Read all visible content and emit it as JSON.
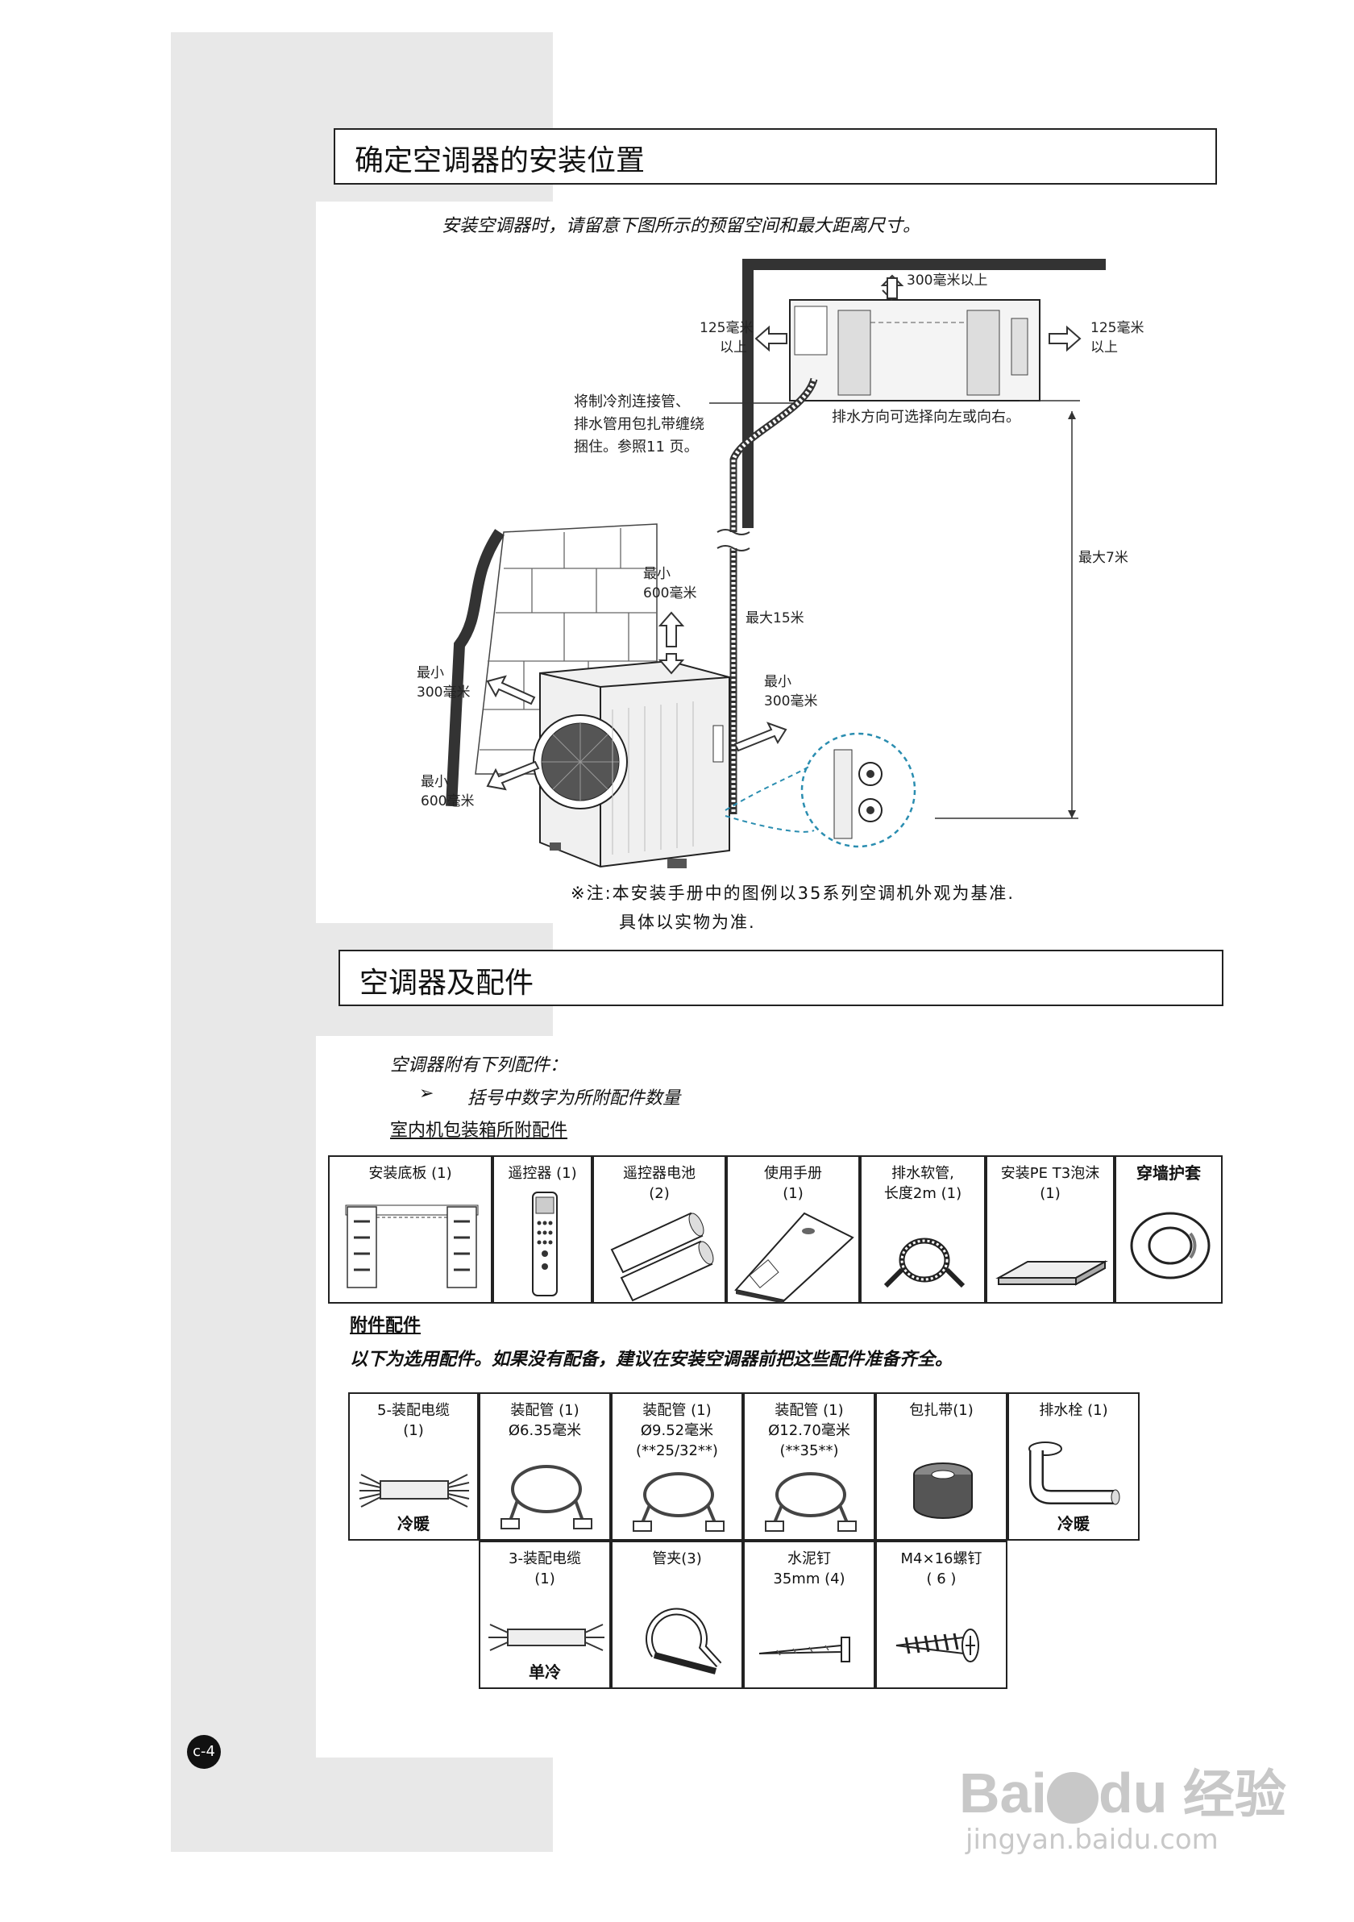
{
  "section1": {
    "title": "确定空调器的安装位置",
    "intro": "安装空调器时，请留意下图所示的预留空间和最大距离尺寸。",
    "labels": {
      "top_clearance": "300毫米以上",
      "left_clearance_1": "125毫米",
      "left_clearance_2": "以上",
      "right_clearance_1": "125毫米",
      "right_clearance_2": "以上",
      "wrap_note_1": "将制冷剂连接管、",
      "wrap_note_2": "排水管用包扎带缠绕",
      "wrap_note_3": "捆住。参照11 页。",
      "drain_direction": "排水方向可选择向左或向右。",
      "max_height": "最大7米",
      "max_length": "最大15米",
      "top_min_1": "最小",
      "top_min_2": "600毫米",
      "left_min_1": "最小",
      "left_min_2": "300毫米",
      "right_min_1": "最小",
      "right_min_2": "300毫米",
      "front_min_1": "最小",
      "front_min_2": "600毫米"
    },
    "note_1": "※注:本安装手册中的图例以35系列空调机外观为基准.",
    "note_2": "具体以实物为准."
  },
  "section2": {
    "title": "空调器及配件",
    "intro_1": "空调器附有下列配件：",
    "intro_2_bullet": "➢",
    "intro_2": "括号中数字为所附配件数量",
    "indoor_heading": "室内机包装箱所附配件",
    "indoor_items": [
      {
        "label": "安装底板 (1)"
      },
      {
        "label": "遥控器 (1)"
      },
      {
        "label": "遥控器电池",
        "qty": "(2)"
      },
      {
        "label": "使用手册",
        "qty": "(1)"
      },
      {
        "label": "排水软管,",
        "qty": "长度2m (1)"
      },
      {
        "label": "安装PE T3泡沫",
        "qty": "(1)"
      },
      {
        "label": "穿墙护套"
      }
    ],
    "optional_heading": "附件配件",
    "optional_intro": "以下为选用配件。如果没有配备，建议在安装空调器前把这些配件准备齐全。",
    "optional_items_row1": [
      {
        "label": "5-装配电缆",
        "qty": "(1)",
        "tag": "冷暖"
      },
      {
        "label": "装配管 (1)",
        "qty": "Ø6.35毫米"
      },
      {
        "label": "装配管 (1)",
        "qty": "Ø9.52毫米",
        "extra": "(**25/32**)"
      },
      {
        "label": "装配管 (1)",
        "qty": "Ø12.70毫米",
        "extra": "(**35**)"
      },
      {
        "label": "包扎带(1)"
      },
      {
        "label": "排水栓 (1)",
        "tag": "冷暖"
      }
    ],
    "optional_items_row2": [
      {
        "label": "3-装配电缆",
        "qty": "(1)",
        "tag": "单冷"
      },
      {
        "label": "管夹(3)"
      },
      {
        "label": "水泥钉",
        "qty": "35mm (4)"
      },
      {
        "label": "M4×16螺钉",
        "qty": "( 6 )"
      }
    ]
  },
  "page_number": "c-4",
  "watermark": {
    "brand": "Bai",
    "brand2": "du",
    "cn": "经验",
    "url": "jingyan.baidu.com"
  }
}
